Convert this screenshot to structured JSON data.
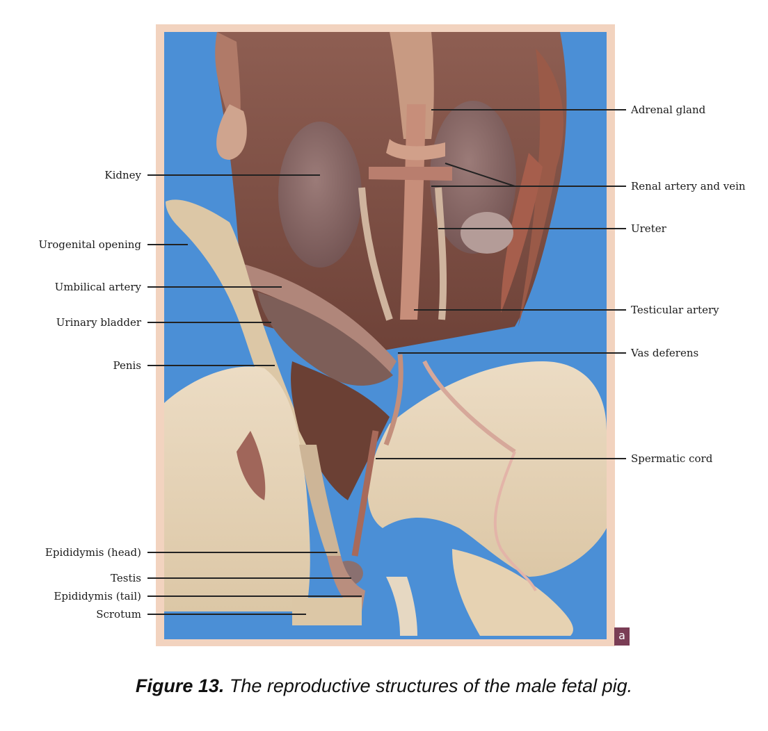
{
  "figure": {
    "labels_left": [
      "Kidney",
      "Urogenital opening",
      "Umbilical artery",
      "Urinary bladder",
      "Penis",
      "Epididymis (head)",
      "Testis",
      "Epididymis (tail)",
      "Scrotum"
    ],
    "labels_right": [
      "Adrenal gland",
      "Renal artery and vein",
      "Ureter",
      "Testicular artery",
      "Vas deferens",
      "Spermatic cord"
    ],
    "panel_letter": "a",
    "colors": {
      "background_blue": "#4b8fd6",
      "frame": "#f2d3bf",
      "tissue_pale": "#ead9bf",
      "tissue_dark": "#8a5a4e",
      "organ": "#8a6865",
      "leader_line": "#222222",
      "badge": "#7a3d55"
    }
  },
  "caption": {
    "number": "Figure 13.",
    "text": " The reproductive structures of the male fetal pig."
  }
}
